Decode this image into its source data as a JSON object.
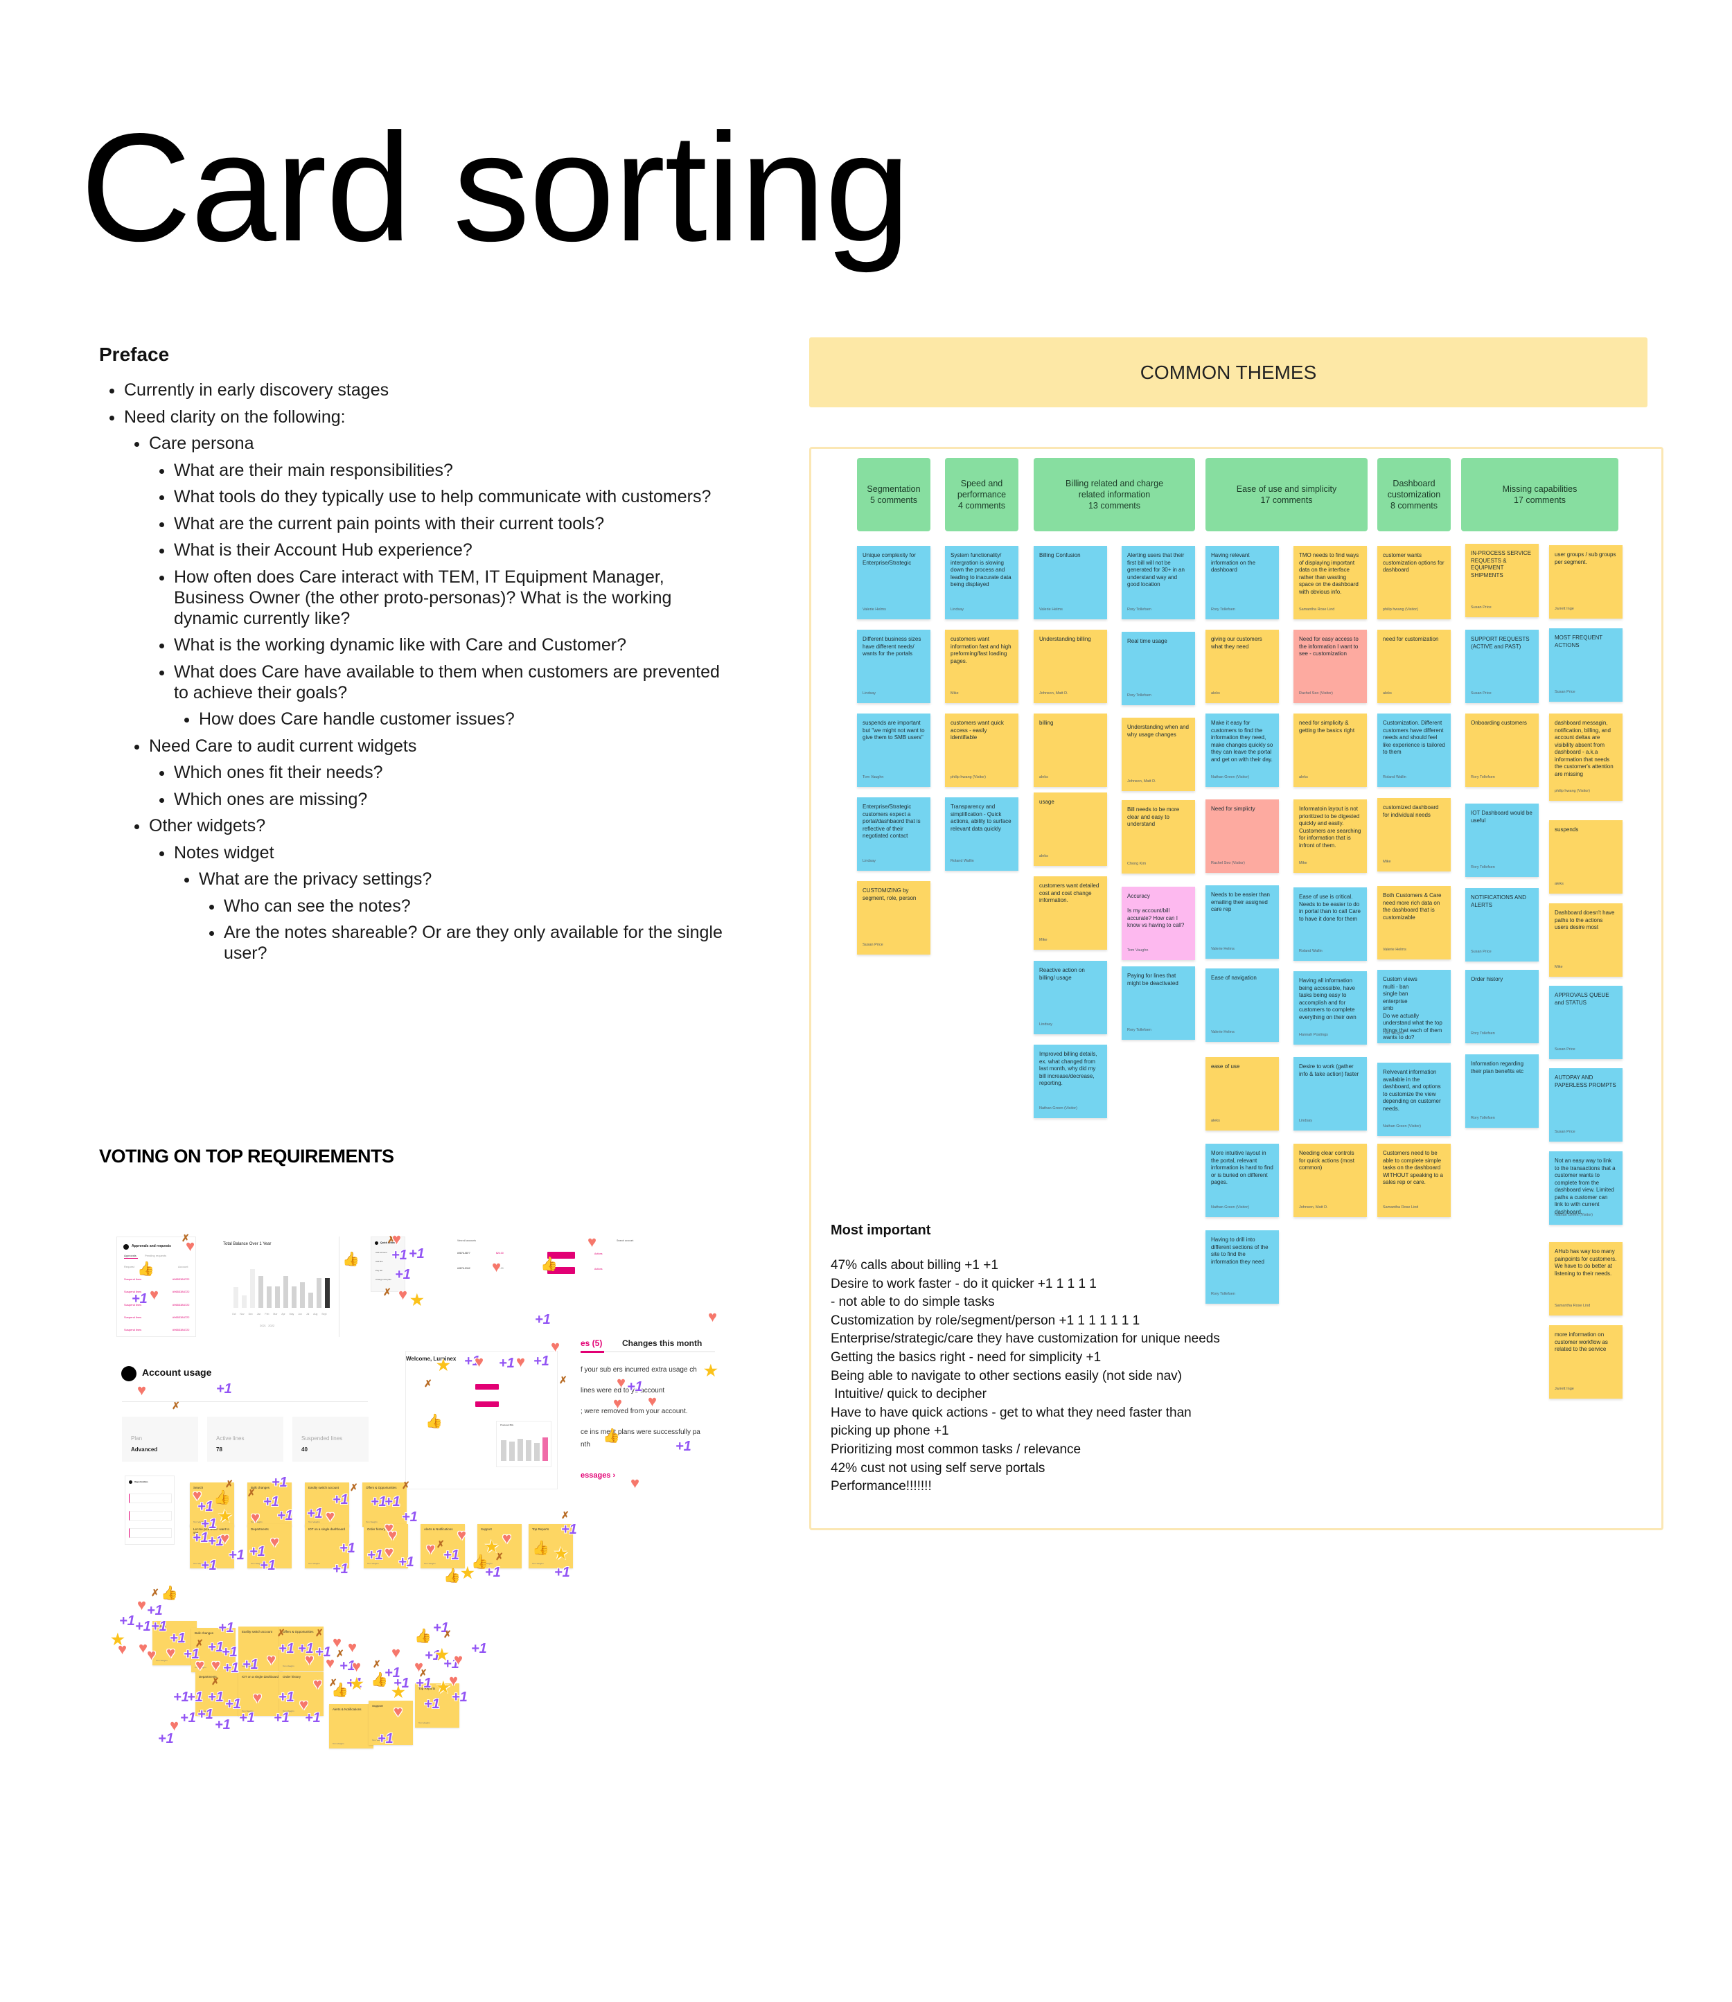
{
  "page": {
    "title": "Card sorting"
  },
  "preface": {
    "heading": "Preface",
    "items": [
      "Currently in early discovery stages",
      "Need clarity on the following:",
      "Care persona",
      "What are their main responsibilities?",
      "What tools do they typically use to help communicate with customers?",
      "What are the current pain points with their current tools?",
      "What is their Account Hub experience?",
      "How often does Care interact with TEM, IT Equipment Manager, Business Owner (the other proto-personas)? What is the working dynamic currently like?",
      "What is the working dynamic like with Care and Customer?",
      "What does Care have available to them when customers are prevented to achieve their goals?",
      "How does Care handle customer issues?",
      "Need Care to audit current widgets",
      "Which ones fit their needs?",
      "Which ones are missing?",
      "Other widgets?",
      "Notes widget",
      "What are the privacy settings?",
      "Who can see the notes?",
      "Are the notes shareable? Or are they only available for the single user?"
    ]
  },
  "common_themes": {
    "banner": "COMMON THEMES",
    "colors": {
      "header": "#87dea0",
      "blue": "#74d4f0",
      "yellow": "#fdd663",
      "salmon": "#fdaaa0",
      "pink": "#fdb9ef",
      "banner": "#fde8a6"
    },
    "headers": [
      {
        "lines": [
          "Segmentation",
          "5 comments"
        ]
      },
      {
        "lines": [
          "Speed and",
          "performance",
          "4 comments"
        ]
      },
      {
        "lines": [
          "Billing related and charge",
          "related information",
          "13 comments"
        ]
      },
      {
        "lines": [
          "Ease of use and simplicity",
          "17 comments"
        ]
      },
      {
        "lines": [
          "Dashboard",
          "customization",
          "8 comments"
        ]
      },
      {
        "lines": [
          "Missing capabilities",
          "17 comments"
        ]
      }
    ],
    "cards": [
      {
        "text": "Unique complexity for Enterprise/Strategic",
        "author": "Valerie Helms"
      },
      {
        "text": "Different business sizes have different needs/ wants for the portals",
        "author": "Lindsay"
      },
      {
        "text": "suspends are important but \"we might not want to give them to SMB users\"",
        "author": "Tom Vaughn"
      },
      {
        "text": "Enterprise/Strategic customers expect a portal/dashbaord that is reflective of their negotiated contact",
        "author": "Lindsay"
      },
      {
        "text": "CUSTOMIZING by segment, role, person",
        "author": "Susan Price"
      },
      {
        "text": "System functionality/ intergration is slowing down the process and leading to inacurate data being displayed",
        "author": "Lindsay"
      },
      {
        "text": "customers want information fast and high preforming/fast loading pages.",
        "author": "Mike"
      },
      {
        "text": "customers want quick access - easily identifiable",
        "author": "philip hwang (Visitor)"
      },
      {
        "text": "Transparency and simplification - Quick actions, ability to surface relevant data quickly",
        "author": "Roland Wallin"
      },
      {
        "text": "Billing Confusion",
        "author": "Valerie Helms"
      },
      {
        "text": "Understanding billing",
        "author": "Johnson, Matt D."
      },
      {
        "text": "billing",
        "author": "aleks"
      },
      {
        "text": "usage",
        "author": "aleks"
      },
      {
        "text": "customers want detailed cost and cost change information.",
        "author": "Mike"
      },
      {
        "text": "Reactive action on billing/ usage",
        "author": "Lindsay"
      },
      {
        "text": "Improved billing details, ex. what changed from last month, why did my bill increase/decrease, reporting.",
        "author": "Nathan Green (Visitor)"
      },
      {
        "text": "Alerting users that their first bill will not be generated for 30+ in an understand way and good location",
        "author": "Rory Tollefsen"
      },
      {
        "text": "Real time usage",
        "author": "Rory Tollefsen"
      },
      {
        "text": "Understanding when and why usage changes",
        "author": "Johnson, Matt D."
      },
      {
        "text": "Bill needs to be more clear and easy to understand",
        "author": "Chong Kim"
      },
      {
        "text": "Accuracy\n\nIs my account/bill accurate? How can I know vs having to call?",
        "author": "Tom Vaughn"
      },
      {
        "text": "Paying for lines that might be deactivated",
        "author": "Rory Tollefsen"
      },
      {
        "text": "Having relevant information on the dashboard",
        "author": "Rory Tollefsen"
      },
      {
        "text": "giving our customers what they need",
        "author": "aleks"
      },
      {
        "text": "Make it easy for customers to find the information they need, make changes quickly so they can leave the portal and get on with their day.",
        "author": "Nathan Green (Visitor)"
      },
      {
        "text": "Need for simplicty",
        "author": "Rachel Seo (Visitor)"
      },
      {
        "text": "Needs to be easier than emailing their assigned care rep",
        "author": "Valerie Helms"
      },
      {
        "text": "Ease of navigation",
        "author": "Valerie Helms"
      },
      {
        "text": "ease of use",
        "author": "aleks"
      },
      {
        "text": "More intuitive layout in the portal, relevant information is hard to find or is buried on different pages.",
        "author": "Nathan Green (Visitor)"
      },
      {
        "text": "Having to drill into different sections of the site to find the information they need",
        "author": "Rory Tollefsen"
      },
      {
        "text": "TMO needs to find ways of displaying important data on the interface rather than wasting space on the dashboard with obvious info.",
        "author": "Samantha Rose Lind"
      },
      {
        "text": "Need for easy access to the information I want to see - customization",
        "author": "Rachel Seo (Visitor)"
      },
      {
        "text": "need for simplicity & getting the basics right",
        "author": "aleks"
      },
      {
        "text": "Informatoin layout is not prioritized to be digested quickly and easily. Customers are searching for information that is infront of them.",
        "author": "Mike"
      },
      {
        "text": "Ease of use is critical. Needs to be easier to do in portal than to call Care to have it done for them",
        "author": "Roland Wallin"
      },
      {
        "text": "Having all information being accessible, have tasks being easy to accomplish and for customers to complete everything on their own",
        "author": "Hannah Postings"
      },
      {
        "text": "Desire to work (gather info & take action) faster",
        "author": "Lindsay"
      },
      {
        "text": "Needing clear controls for quick actions (most common)",
        "author": "Johnson, Matt D."
      },
      {
        "text": "customer wants customization options for dashboard",
        "author": "philip hwang (Visitor)"
      },
      {
        "text": "need for customization",
        "author": "aleks"
      },
      {
        "text": "Customization. Different customers have different needs and should feel like experience is tailored to them",
        "author": "Roland Wallin"
      },
      {
        "text": "customized dashboard for individual needs",
        "author": "Mike"
      },
      {
        "text": "Both Customers & Care need more rich data on the dashboard that is customizable",
        "author": "Valerie Helms"
      },
      {
        "text": "Custom views\nmulti - ban\nsingle ban\nenterprise\nsmb\nDo we actually understand what the top things that each of them wants to do?",
        "author": "Tom Vaughn"
      },
      {
        "text": "Relvevant information available in the dashboard, and options to customize the view depending on customer needs.",
        "author": "Nathan Green (Visitor)"
      },
      {
        "text": "Customers need to be able to complete simple tasks on the dashboard WITHOUT speaking to a sales rep or care.",
        "author": "Samantha Rose Lind"
      },
      {
        "text": "IN-PROCESS SERVICE REQUESTS & EQUIPMENT SHIPMENTS",
        "author": "Susan Price"
      },
      {
        "text": "SUPPORT REQUESTS (ACTIVE and PAST)",
        "author": "Susan Price"
      },
      {
        "text": "Onboarding customers",
        "author": "Rory Tollefsen"
      },
      {
        "text": "IOT Dashboard would be useful",
        "author": "Rory Tollefsen"
      },
      {
        "text": "NOTIFICATIONS AND ALERTS",
        "author": "Susan Price"
      },
      {
        "text": "Order history",
        "author": "Rory Tollefsen"
      },
      {
        "text": "Information regarding their plan benefits etc",
        "author": "Rory Tollefsen"
      },
      {
        "text": "user groups / sub groups per segment.",
        "author": "Jarrett Inge"
      },
      {
        "text": "MOST FREQUENT ACTIONS",
        "author": "Susan Price"
      },
      {
        "text": "dashboard messagin, notification, billing, and account deltas are visibility absent from dashboard - a.k.a information that needs the customer's attention are missing",
        "author": "philip hwang (Visitor)"
      },
      {
        "text": "suspends",
        "author": "aleks"
      },
      {
        "text": "Dashboard doesn't have paths to the actions users desire most",
        "author": "Mike"
      },
      {
        "text": "APPROVALS QUEUE and STATUS",
        "author": "Susan Price"
      },
      {
        "text": "AUTOPAY AND PAPERLESS PROMPTS",
        "author": "Susan Price"
      },
      {
        "text": "Not an easy way to link to the transactions that a customer wants to complete from the dashboard view. Limited paths a customer can link to with current dashboard.",
        "author": "Nathan Green (Visitor)"
      },
      {
        "text": "AHub has way too many painpoints for customers. We have to do better at listening to their needs.",
        "author": "Samantha Rose Lind"
      },
      {
        "text": "more information on customer workflow as related to the service",
        "author": "Jarrett Inge"
      }
    ]
  },
  "most_important": {
    "heading": "Most important",
    "lines": [
      "47% calls about billing +1 +1",
      "Desire to work faster - do it quicker +1 1 1 1 1",
      "- not able to do simple tasks",
      "Customization by role/segment/person +1 1 1 1 1 1 1",
      "Enterprise/strategic/care they have customization for unique needs",
      "Getting the basics right - need for simplicity +1",
      "Being able to navigate to other sections easily (not side nav)",
      " Intuitive/ quick to decipher",
      "Have to have quick actions - get to what they need faster than",
      "picking up phone +1",
      "Prioritizing most common tasks / relevance",
      "42% cust not using self serve portals",
      "Performance!!!!!!!"
    ]
  },
  "voting": {
    "heading": "VOTING ON TOP REQUIREMENTS",
    "widgets": {
      "approvals": {
        "title": "Approvals and requests",
        "tabs": [
          "Approvals",
          "Pending requests"
        ],
        "cols": [
          "Request",
          "Account"
        ],
        "row_label": "Suspend lines",
        "row_account": "#9653384722"
      },
      "balance_chart": {
        "title": "Total Balance Over 1 Year",
        "months": [
          "Oct",
          "Nov",
          "Dec",
          "Jan",
          "Feb",
          "Mar",
          "Apr",
          "May",
          "Jun",
          "Jul",
          "Aug",
          "Sept"
        ],
        "legend": [
          "2021",
          "2022"
        ],
        "y_ticks": [
          "9000",
          "7500",
          "6000",
          "4500",
          "3000",
          "1500"
        ]
      },
      "quick_actions": {
        "title": "Quick actions",
        "items": [
          "Add account",
          "Add line",
          "Pay bill",
          "Change rate plan"
        ]
      },
      "accounts": {
        "filter": "View all accounts",
        "search": "Search account",
        "rows": [
          {
            "id": "#9876-5877",
            "team": "Sales team",
            "amount": "$24.00",
            "due": "past due Sep 20",
            "button": "Make Payment",
            "actions": "Actions"
          },
          {
            "id": "#9876-5342",
            "team": "Marketing team",
            "amount": "$21.00",
            "due": "due Oct 11",
            "button": "Make Payment",
            "actions": "Actions"
          }
        ]
      },
      "account_usage": {
        "title": "Account usage",
        "stats": [
          {
            "label": "Plan",
            "value": "Advanced"
          },
          {
            "label": "Active lines",
            "value": "78"
          },
          {
            "label": "Suspended lines",
            "value": "40"
          }
        ]
      },
      "welcome": {
        "title": "Welcome, Luminex",
        "chart_title": "Produced Bills"
      },
      "changes": {
        "tab_active": "es (5)",
        "tab_other": "Changes this month",
        "lines": [
          "f your sub   ers incurred extra usage ch",
          "lines were    ed to yo   account",
          "; were removed from your account.",
          "ce ins    ment plans were successfully pa",
          "nth"
        ],
        "link": "essages"
      },
      "opportunities": {
        "title": "Opportunities"
      }
    },
    "notes_row1": [
      "Search",
      "Bulk changes",
      "Easlity switch account",
      "Offers & Opportunities"
    ],
    "notes_row2": [
      "Let me pick what I want to see",
      "Departments",
      "IOT on a single dashboard",
      "Order history",
      "Alerts & Notifications",
      "Support",
      "Top Reports"
    ],
    "notes_cluster": [
      "Search",
      "Bulk changes",
      "Easlity switch account",
      "Offers & Opportunities",
      "Departments",
      "IOT on a single dashboard",
      "Order history",
      "Alerts & Notifications",
      "Support",
      "Top Reports"
    ],
    "note_author": "Tom Vaughn",
    "sticker_labels": {
      "plus_one": "+1",
      "heart": "♥",
      "thumb": "👍",
      "star": "★",
      "pin": "✗"
    }
  }
}
